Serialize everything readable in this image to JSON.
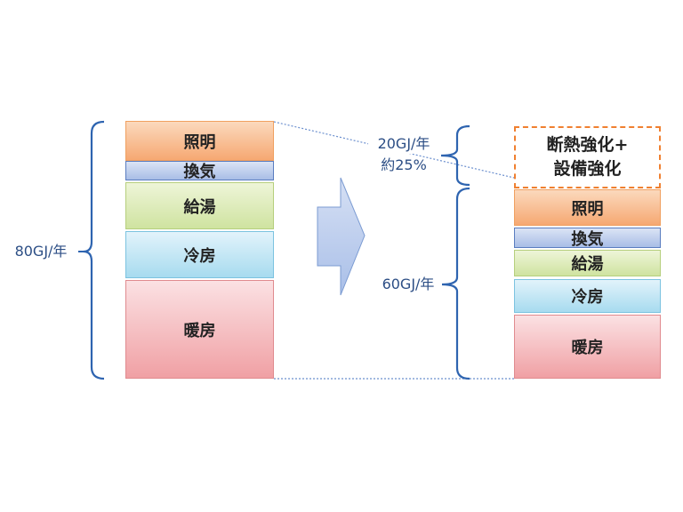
{
  "before": {
    "total_label": "80GJ/年",
    "segments": [
      "照明",
      "換気",
      "給湯",
      "冷房",
      "暖房"
    ]
  },
  "after": {
    "reduction_label": "20GJ/年",
    "reduction_percent": "約25%",
    "total_label": "60GJ/年",
    "measure_line1": "断熱強化+",
    "measure_line2": "設備強化",
    "segments": [
      "照明",
      "換気",
      "給湯",
      "冷房",
      "暖房"
    ]
  },
  "colors": {
    "brace": "#2e64b0",
    "label": "#2c4e85",
    "dashed": "#f08030"
  }
}
